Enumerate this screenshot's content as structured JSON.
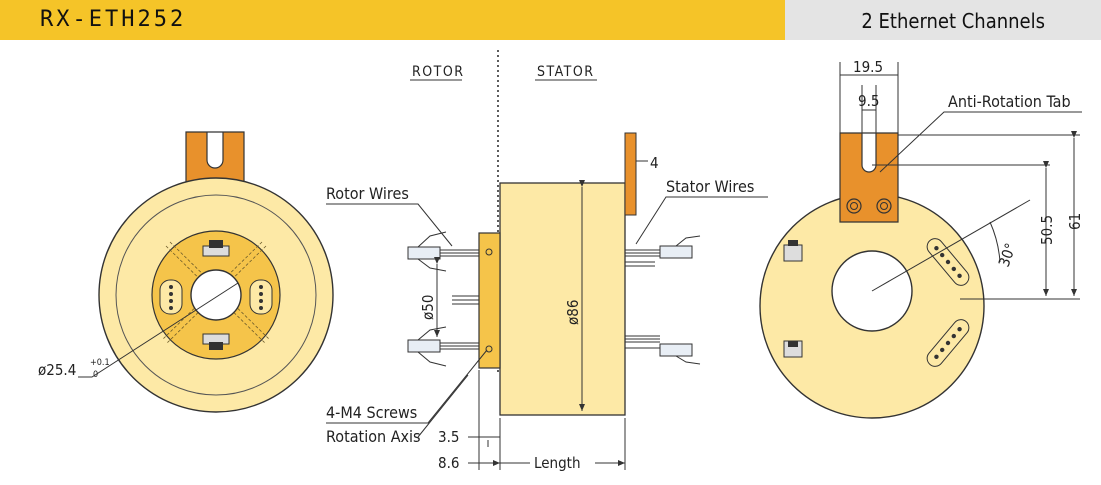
{
  "header": {
    "model": "RX-ETH252",
    "subtitle": "2 Ethernet Channels"
  },
  "labels": {
    "rotor": "ROTOR",
    "stator": "STATOR",
    "rotor_wires": "Rotor Wires",
    "stator_wires": "Stator Wires",
    "anti_rotation_tab": "Anti-Rotation Tab",
    "screws": "4-M4 Screws",
    "rotation_axis": "Rotation Axis",
    "length": "Length"
  },
  "dimensions": {
    "bore": "ø25.4",
    "bore_tol_upper": "+0.1",
    "bore_tol_lower": "0",
    "flange_dia": "ø50",
    "body_dia": "ø86",
    "tab_thickness": "4",
    "flange_thick": "3.5",
    "flange_offset": "8.6",
    "tab_width_outer": "19.5",
    "tab_width_inner": "9.5",
    "height_inner": "50.5",
    "height_outer": "61",
    "angle": "30°"
  },
  "colors": {
    "header_yellow": "#f5c428",
    "header_gray": "#e4e4e4",
    "body_yellow": "#fde9a6",
    "ring_yellow": "#f5c44a",
    "tab_orange": "#e8912c",
    "line": "#333333"
  }
}
